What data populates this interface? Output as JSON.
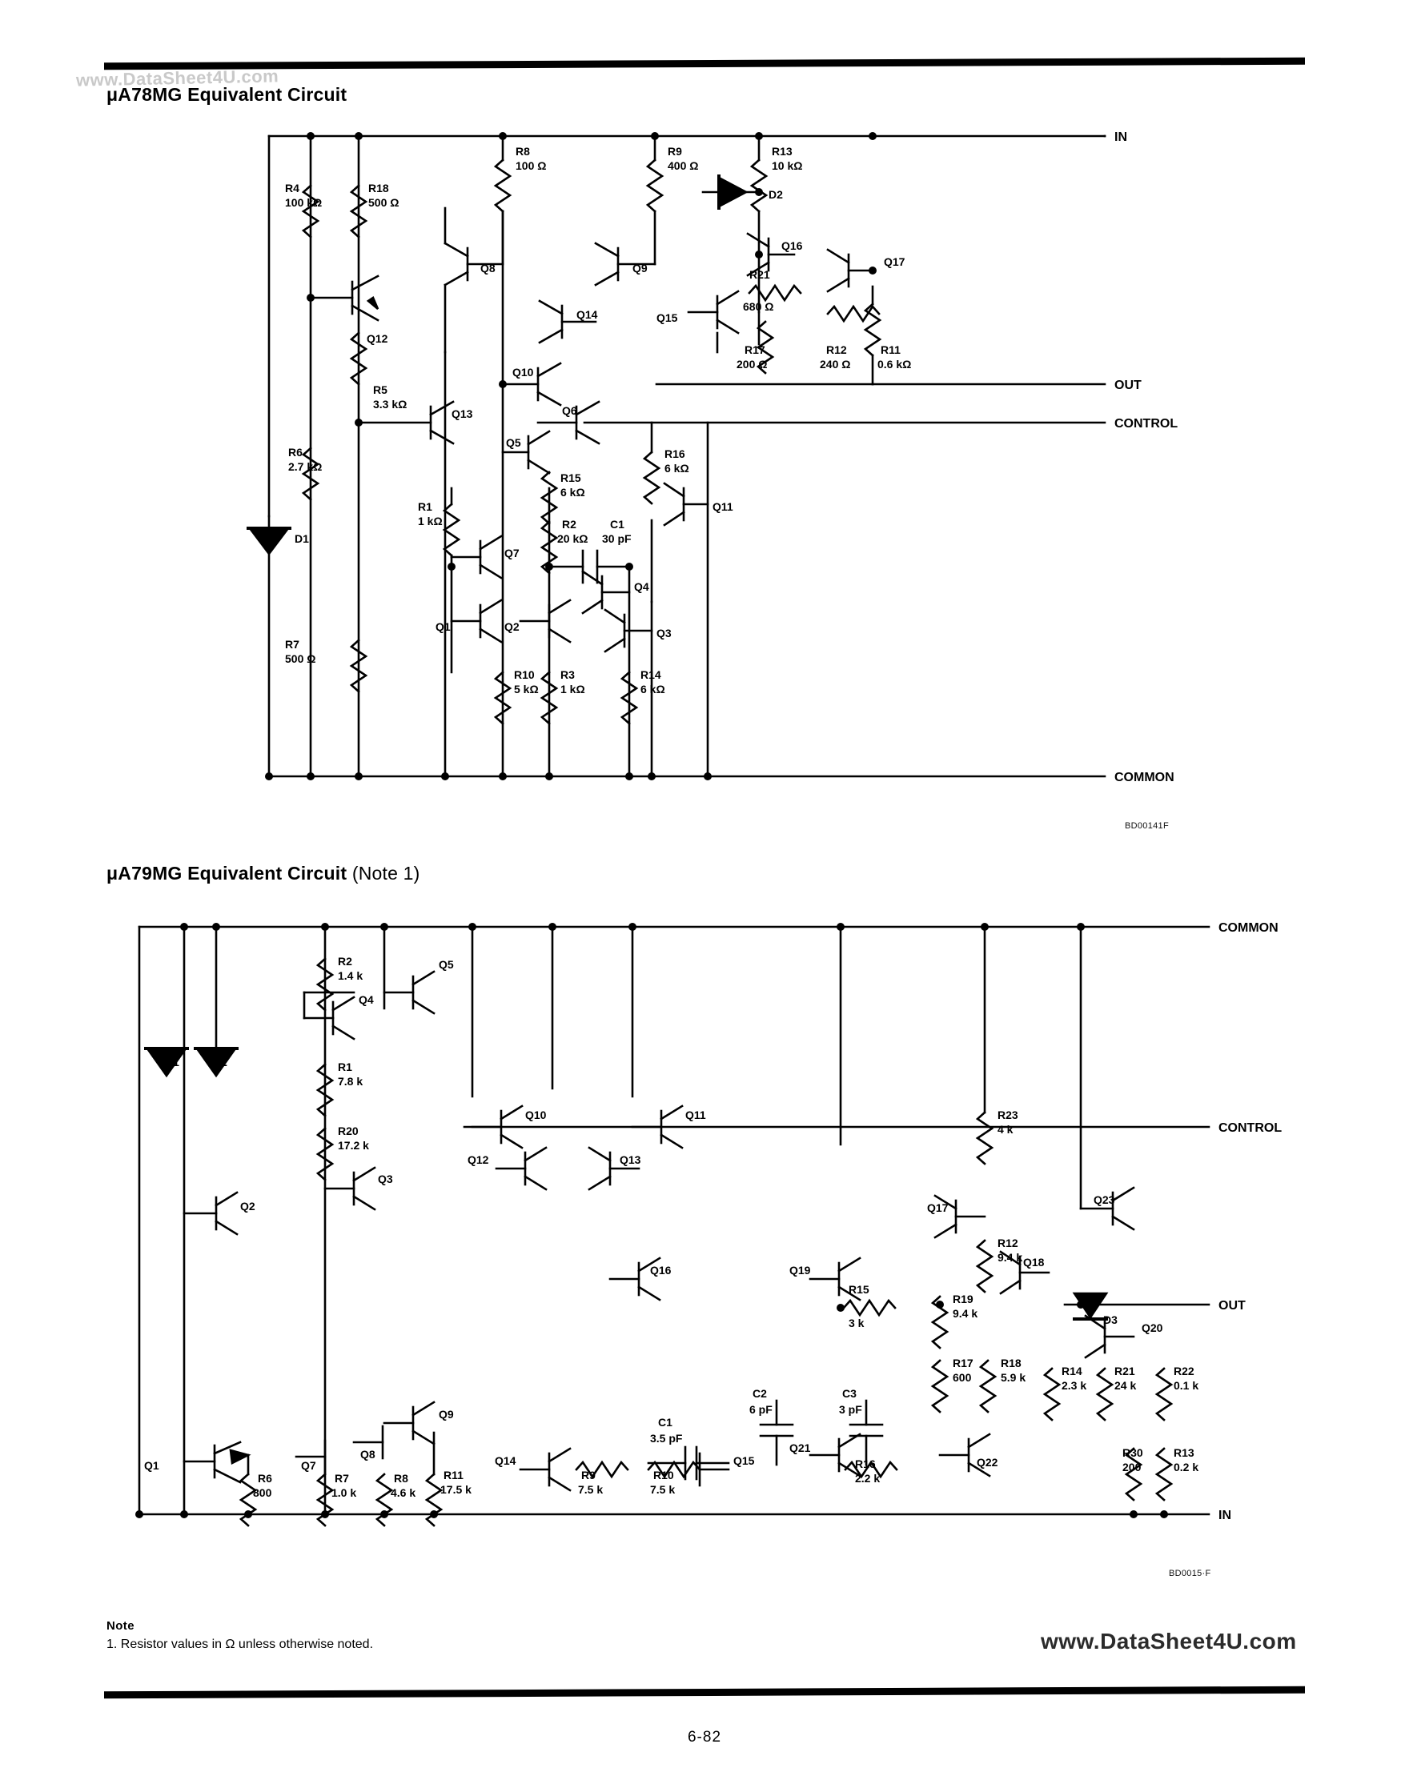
{
  "page": {
    "number": "6-82",
    "watermark_top": "www.DataSheet4U.com",
    "watermark_bottom": "www.DataSheet4U.com"
  },
  "figures": [
    {
      "heading_main": "μA78MG Equivalent Circuit",
      "heading_note": "",
      "code": "BD00141F",
      "pins": [
        "IN",
        "OUT",
        "CONTROL",
        "COMMON"
      ],
      "components": [
        {
          "ref": "R4",
          "value": "100 kΩ"
        },
        {
          "ref": "R18",
          "value": "500 Ω"
        },
        {
          "ref": "R8",
          "value": "100 Ω"
        },
        {
          "ref": "R9",
          "value": "400 Ω"
        },
        {
          "ref": "R13",
          "value": "10 kΩ"
        },
        {
          "ref": "R21",
          "value": "680 Ω"
        },
        {
          "ref": "R17",
          "value": "200 Ω"
        },
        {
          "ref": "R12",
          "value": "240 Ω"
        },
        {
          "ref": "R11",
          "value": "0.6 kΩ"
        },
        {
          "ref": "R5",
          "value": "3.3 kΩ"
        },
        {
          "ref": "R6",
          "value": "2.7 kΩ"
        },
        {
          "ref": "R7",
          "value": "500 Ω"
        },
        {
          "ref": "R15",
          "value": "6 kΩ"
        },
        {
          "ref": "R16",
          "value": "6 kΩ"
        },
        {
          "ref": "R1",
          "value": "1 kΩ"
        },
        {
          "ref": "R2",
          "value": "20 kΩ"
        },
        {
          "ref": "R10",
          "value": "5 kΩ"
        },
        {
          "ref": "R3",
          "value": "1 kΩ"
        },
        {
          "ref": "R14",
          "value": "6 kΩ"
        },
        {
          "ref": "C1",
          "value": "30 pF"
        },
        {
          "ref": "D1",
          "value": ""
        },
        {
          "ref": "D2",
          "value": ""
        },
        {
          "ref": "Q1",
          "value": ""
        },
        {
          "ref": "Q2",
          "value": ""
        },
        {
          "ref": "Q3",
          "value": ""
        },
        {
          "ref": "Q4",
          "value": ""
        },
        {
          "ref": "Q5",
          "value": ""
        },
        {
          "ref": "Q6",
          "value": ""
        },
        {
          "ref": "Q7",
          "value": ""
        },
        {
          "ref": "Q8",
          "value": ""
        },
        {
          "ref": "Q9",
          "value": ""
        },
        {
          "ref": "Q10",
          "value": ""
        },
        {
          "ref": "Q11",
          "value": ""
        },
        {
          "ref": "Q12",
          "value": ""
        },
        {
          "ref": "Q13",
          "value": ""
        },
        {
          "ref": "Q14",
          "value": ""
        },
        {
          "ref": "Q15",
          "value": ""
        },
        {
          "ref": "Q16",
          "value": ""
        },
        {
          "ref": "Q17",
          "value": ""
        }
      ]
    },
    {
      "heading_main": "μA79MG Equivalent Circuit",
      "heading_note": "(Note 1)",
      "code": "BD0015·F",
      "pins": [
        "COMMON",
        "CONTROL",
        "OUT",
        "IN"
      ],
      "components": [
        {
          "ref": "R2",
          "value": "1.4 k"
        },
        {
          "ref": "R1",
          "value": "7.8 k"
        },
        {
          "ref": "R20",
          "value": "17.2 k"
        },
        {
          "ref": "R23",
          "value": "4 k"
        },
        {
          "ref": "R12",
          "value": "9.4 k"
        },
        {
          "ref": "R15",
          "value": "3 k"
        },
        {
          "ref": "R19",
          "value": "9.4 k"
        },
        {
          "ref": "R17",
          "value": "600"
        },
        {
          "ref": "R18",
          "value": "5.9 k"
        },
        {
          "ref": "R14",
          "value": "2.3 k"
        },
        {
          "ref": "R21",
          "value": "24 k"
        },
        {
          "ref": "R22",
          "value": "0.1 k"
        },
        {
          "ref": "R30",
          "value": "200"
        },
        {
          "ref": "R13",
          "value": "0.2 k"
        },
        {
          "ref": "R16",
          "value": "2.2 k"
        },
        {
          "ref": "R9",
          "value": "7.5 k"
        },
        {
          "ref": "R10",
          "value": "7.5 k"
        },
        {
          "ref": "R11",
          "value": "17.5 k"
        },
        {
          "ref": "R8",
          "value": "4.6 k"
        },
        {
          "ref": "R7",
          "value": "1.0 k"
        },
        {
          "ref": "R6",
          "value": "800"
        },
        {
          "ref": "C1",
          "value": "3.5 pF"
        },
        {
          "ref": "C2",
          "value": "6 pF"
        },
        {
          "ref": "C3",
          "value": "3 pF"
        },
        {
          "ref": "D1",
          "value": ""
        },
        {
          "ref": "D2",
          "value": ""
        },
        {
          "ref": "D3",
          "value": ""
        },
        {
          "ref": "Q1",
          "value": ""
        },
        {
          "ref": "Q2",
          "value": ""
        },
        {
          "ref": "Q3",
          "value": ""
        },
        {
          "ref": "Q4",
          "value": ""
        },
        {
          "ref": "Q5",
          "value": ""
        },
        {
          "ref": "Q7",
          "value": ""
        },
        {
          "ref": "Q8",
          "value": ""
        },
        {
          "ref": "Q9",
          "value": ""
        },
        {
          "ref": "Q10",
          "value": ""
        },
        {
          "ref": "Q11",
          "value": ""
        },
        {
          "ref": "Q12",
          "value": ""
        },
        {
          "ref": "Q13",
          "value": ""
        },
        {
          "ref": "Q14",
          "value": ""
        },
        {
          "ref": "Q15",
          "value": ""
        },
        {
          "ref": "Q16",
          "value": ""
        },
        {
          "ref": "Q17",
          "value": ""
        },
        {
          "ref": "Q18",
          "value": ""
        },
        {
          "ref": "Q19",
          "value": ""
        },
        {
          "ref": "Q20",
          "value": ""
        },
        {
          "ref": "Q21",
          "value": ""
        },
        {
          "ref": "Q22",
          "value": ""
        },
        {
          "ref": "Q23",
          "value": ""
        }
      ]
    }
  ],
  "note": {
    "title": "Note",
    "text": "1. Resistor values in Ω unless otherwise noted."
  }
}
